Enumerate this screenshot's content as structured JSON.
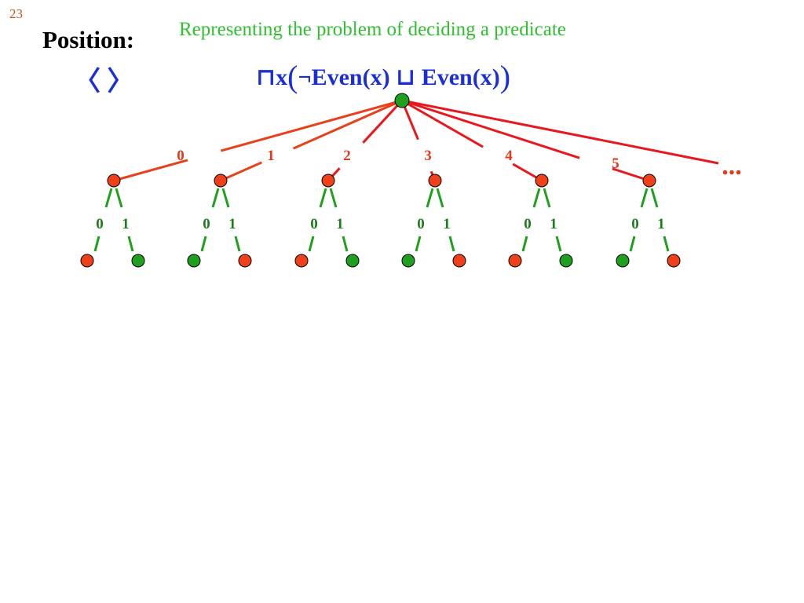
{
  "slide": {
    "number": "23",
    "position_label": "Position:",
    "position_value": "〈 〉",
    "subtitle": "Representing the problem of deciding a predicate",
    "formula": {
      "quantifier": "⊓x",
      "open_paren": "(",
      "body": "¬Even(x) ⊔ Even(x)",
      "close_paren": ")"
    }
  },
  "tree": {
    "colors": {
      "red": "#f0401a",
      "green": "#1ea01e",
      "edge_red": "#e8181c",
      "edge_orange": "#e8401a",
      "stroke": "#000000"
    },
    "root": {
      "color": "green"
    },
    "branches": [
      {
        "label": "0",
        "node_color": "red",
        "children": [
          {
            "label": "0",
            "color": "red"
          },
          {
            "label": "1",
            "color": "green"
          }
        ]
      },
      {
        "label": "1",
        "node_color": "red",
        "children": [
          {
            "label": "0",
            "color": "green"
          },
          {
            "label": "1",
            "color": "red"
          }
        ]
      },
      {
        "label": "2",
        "node_color": "red",
        "children": [
          {
            "label": "0",
            "color": "red"
          },
          {
            "label": "1",
            "color": "green"
          }
        ]
      },
      {
        "label": "3",
        "node_color": "red",
        "children": [
          {
            "label": "0",
            "color": "green"
          },
          {
            "label": "1",
            "color": "red"
          }
        ]
      },
      {
        "label": "4",
        "node_color": "red",
        "children": [
          {
            "label": "0",
            "color": "red"
          },
          {
            "label": "1",
            "color": "green"
          }
        ]
      },
      {
        "label": "5",
        "node_color": "red",
        "children": [
          {
            "label": "0",
            "color": "green"
          },
          {
            "label": "1",
            "color": "red"
          }
        ]
      }
    ],
    "more_indicator": "..."
  }
}
